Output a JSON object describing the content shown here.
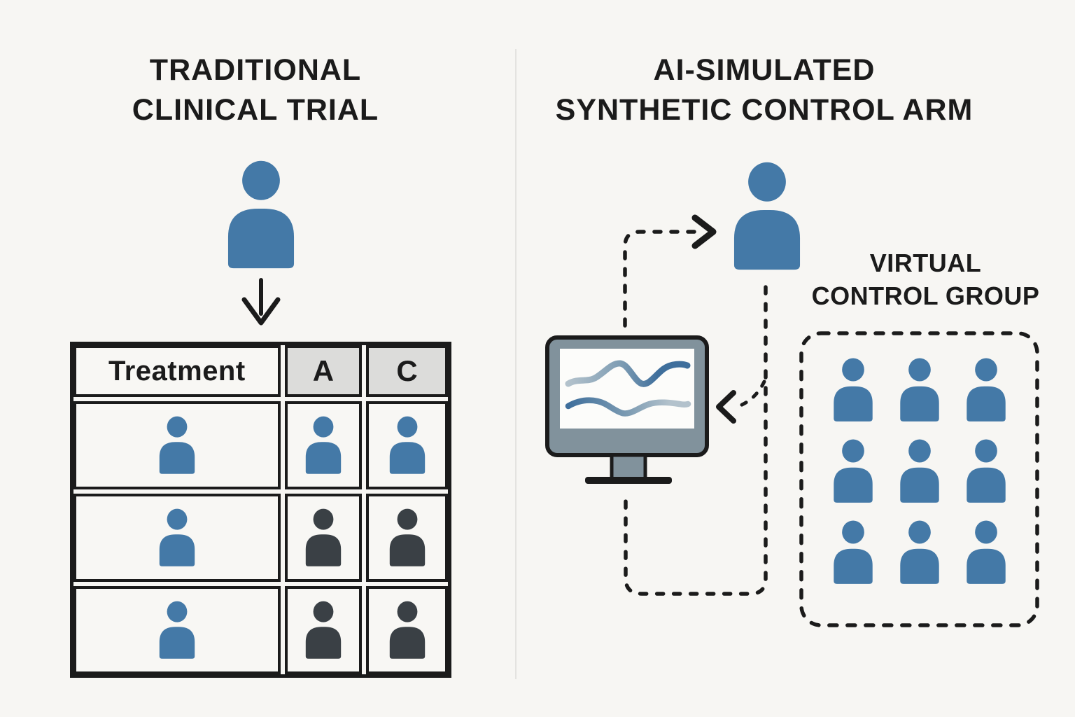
{
  "left": {
    "title_line1": "TRADITIONAL",
    "title_line2": "CLINICAL TRIAL",
    "patient_color": "blue",
    "table": {
      "headers": [
        "Treatment",
        "A",
        "C"
      ],
      "rows": [
        [
          "blue",
          "blue",
          "blue"
        ],
        [
          "blue",
          "dark",
          "dark"
        ],
        [
          "blue",
          "dark",
          "dark"
        ]
      ]
    }
  },
  "right": {
    "title_line1": "AI-SIMULATED",
    "title_line2": "SYNTHETIC CONTROL ARM",
    "patient_color": "blue",
    "virtual_group": {
      "label_line1": "VIRTUAL",
      "label_line2": "CONTROL GROUP",
      "rows": 3,
      "cols": 3,
      "member_color": "blue"
    }
  },
  "icons": {
    "patient": "person-icon",
    "computer": "monitor-chart-icon",
    "assignment": "down-arrow-icon",
    "simulation_loop": "dashed-flow-arrows"
  },
  "colors": {
    "blue": "#4479a7",
    "dark": "#3a4045",
    "ink": "#1b1b1b",
    "header_gray": "#dcdcda",
    "cell_bg": "#f8f7f4",
    "monitor_gray": "#81929c",
    "screen_white": "#fcfcfa",
    "chart_light": "#b3c2cc",
    "chart_mid": "#7d9cb3",
    "chart_dark": "#3f6f9c",
    "background": "#f7f6f3",
    "divider": "#e4e3e0"
  }
}
